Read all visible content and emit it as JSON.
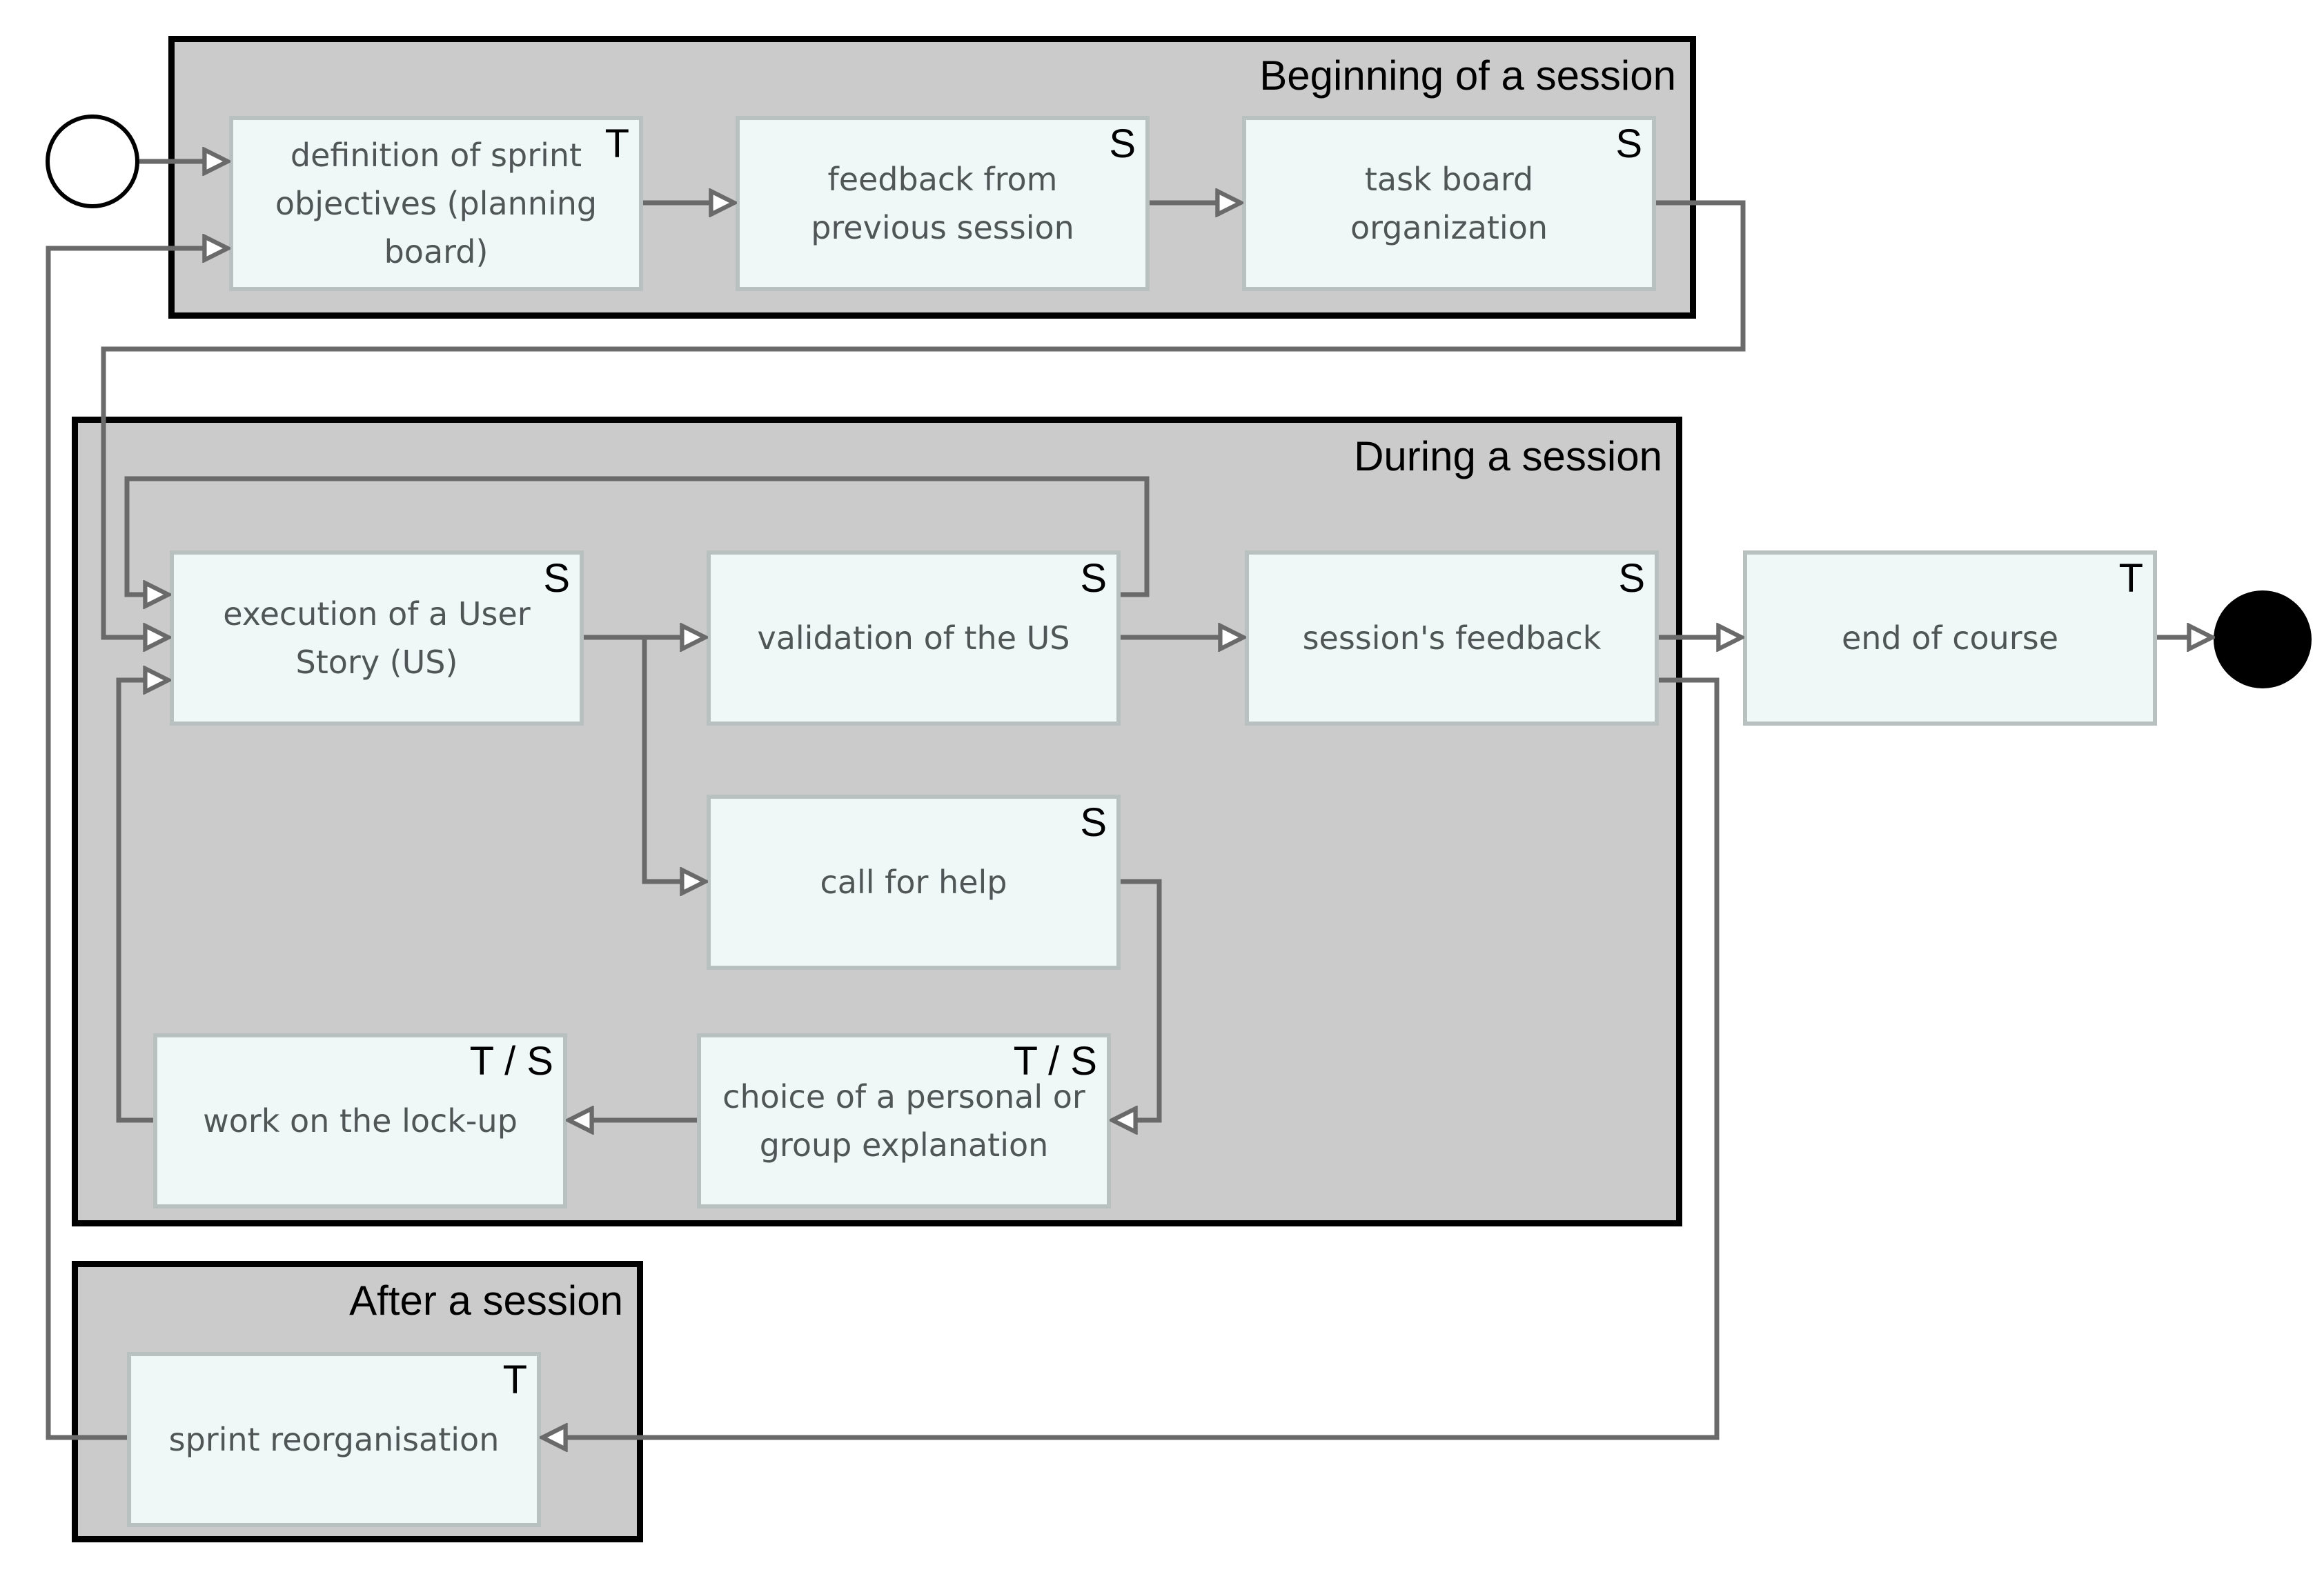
{
  "groups": {
    "beginning": {
      "title": "Beginning of a session"
    },
    "during": {
      "title": "During a session"
    },
    "after": {
      "title": "After a session"
    }
  },
  "nodes": {
    "definition_objectives": {
      "label": "definition of sprint objectives (planning board)",
      "role": "T"
    },
    "feedback_previous": {
      "label": "feedback from previous session",
      "role": "S"
    },
    "task_board": {
      "label": "task board organization",
      "role": "S"
    },
    "execution_us": {
      "label": "execution of a User Story (US)",
      "role": "S"
    },
    "validation_us": {
      "label": "validation of the US",
      "role": "S"
    },
    "sessions_feedback": {
      "label": "session's feedback",
      "role": "S"
    },
    "call_for_help": {
      "label": "call for help",
      "role": "S"
    },
    "choice_explanation": {
      "label": "choice of a personal or group explanation",
      "role": "T / S"
    },
    "work_lockup": {
      "label": "work on the lock-up",
      "role": "T / S"
    },
    "end_of_course": {
      "label": "end of course",
      "role": "T"
    },
    "sprint_reorganisation": {
      "label": "sprint reorganisation",
      "role": "T"
    }
  },
  "colors": {
    "group_fill": "#cbcbcb",
    "group_border": "#000000",
    "node_fill": "#f0f7f7",
    "node_border": "#b9c0c0",
    "edge": "#6a6a6a",
    "label_text": "#505556"
  }
}
